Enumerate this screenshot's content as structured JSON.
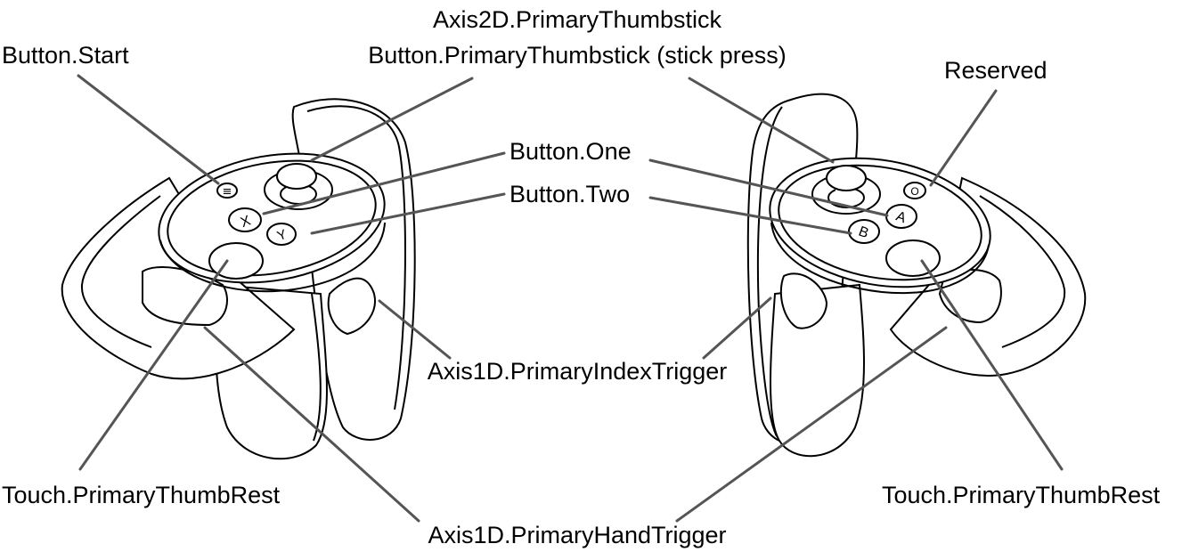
{
  "labels": {
    "axis2d_primary_thumbstick": "Axis2D.PrimaryThumbstick",
    "button_primary_thumbstick": "Button.PrimaryThumbstick (stick press)",
    "button_start": "Button.Start",
    "reserved": "Reserved",
    "button_one": "Button.One",
    "button_two": "Button.Two",
    "axis1d_primary_index_trigger": "Axis1D.PrimaryIndexTrigger",
    "touch_primary_thumb_rest_left": "Touch.PrimaryThumbRest",
    "touch_primary_thumb_rest_right": "Touch.PrimaryThumbRest",
    "axis1d_primary_hand_trigger": "Axis1D.PrimaryHandTrigger"
  },
  "buttons": {
    "left": {
      "x": "X",
      "y": "Y",
      "menu": "≡"
    },
    "right": {
      "a": "A",
      "b": "B",
      "oculus": "O"
    }
  },
  "colors": {
    "line": "#555555",
    "outline": "#000000"
  }
}
